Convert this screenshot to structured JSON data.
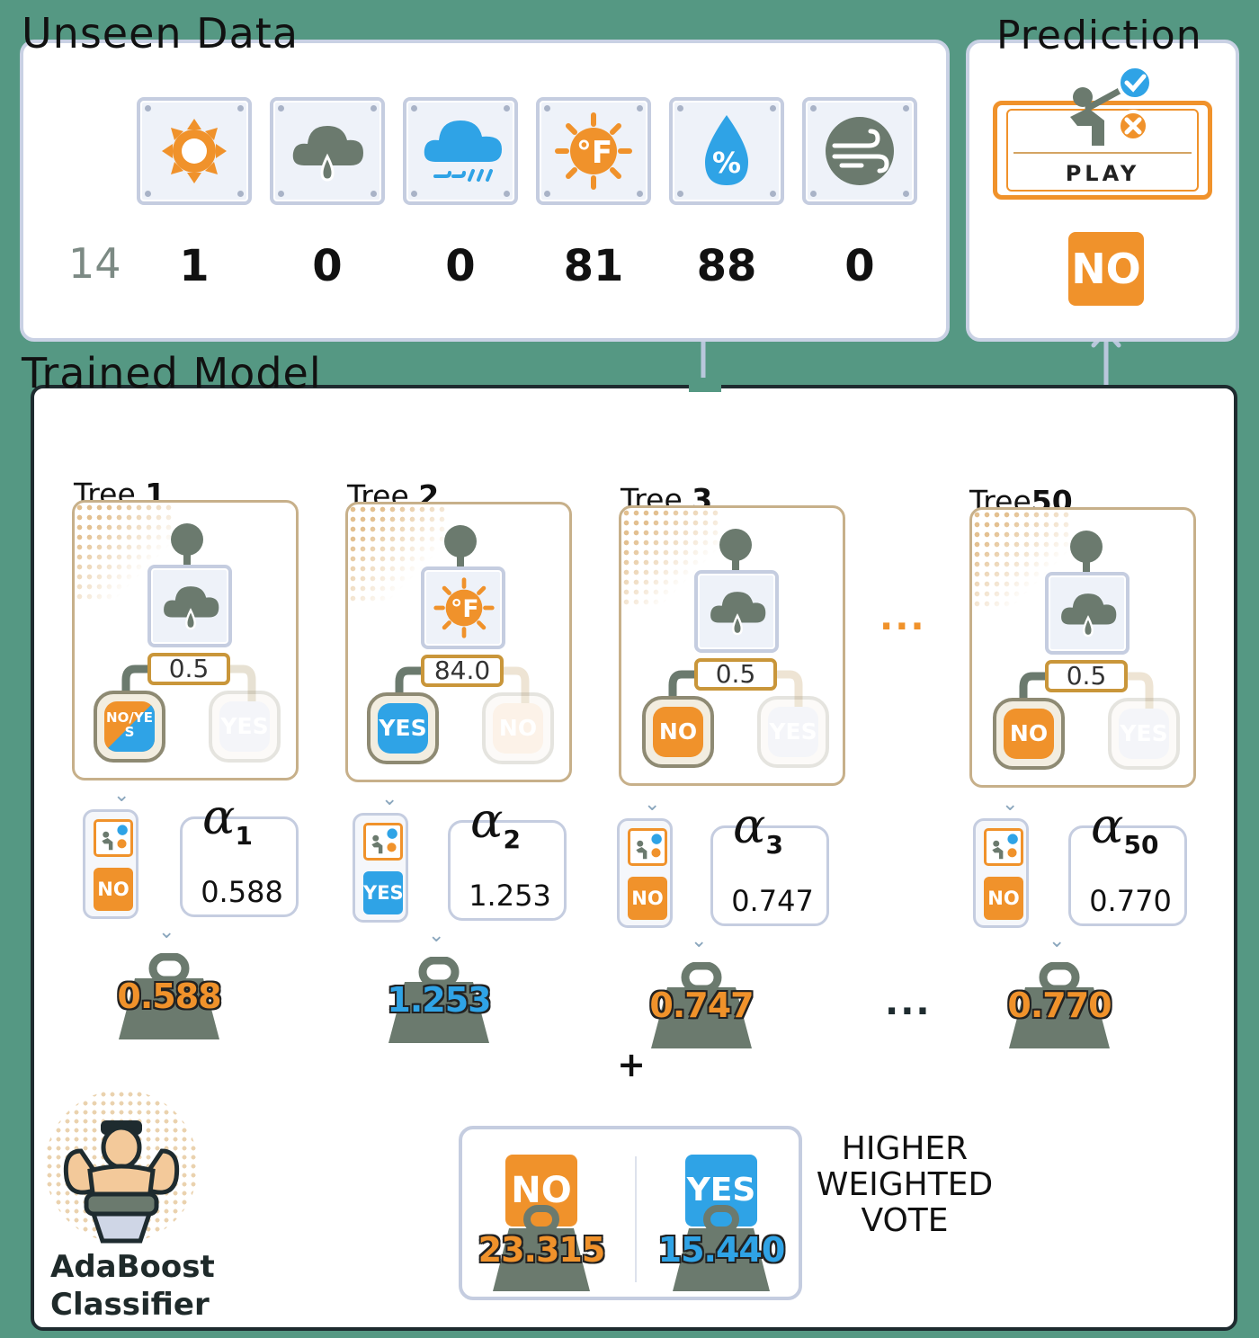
{
  "unseen_data": {
    "title": "Unseen Data",
    "row_index": "14",
    "features": [
      {
        "icon": "sun-icon",
        "value": "1"
      },
      {
        "icon": "cloud-rain-icon",
        "value": "0"
      },
      {
        "icon": "rainy-cloud-icon",
        "value": "0"
      },
      {
        "icon": "temperature-icon",
        "value": "81"
      },
      {
        "icon": "humidity-icon",
        "value": "88"
      },
      {
        "icon": "wind-icon",
        "value": "0"
      }
    ]
  },
  "prediction": {
    "title": "Prediction",
    "card_label": "PLAY",
    "result": "NO"
  },
  "trained_model": {
    "title": "Trained Model",
    "trees": [
      {
        "word": "Tree",
        "num": "1",
        "split_icon": "cloud-rain-icon",
        "threshold": "0.5",
        "left_leaf": "NO/YES",
        "right_leaf": "YES",
        "prediction": "NO",
        "alpha_sub": "1",
        "alpha": "0.588",
        "weight": "0.588"
      },
      {
        "word": "Tree",
        "num": "2",
        "split_icon": "temperature-icon",
        "threshold": "84.0",
        "left_leaf": "YES",
        "right_leaf": "NO",
        "prediction": "YES",
        "alpha_sub": "2",
        "alpha": "1.253",
        "weight": "1.253"
      },
      {
        "word": "Tree",
        "num": "3",
        "split_icon": "cloud-rain-icon",
        "threshold": "0.5",
        "left_leaf": "NO",
        "right_leaf": "YES",
        "prediction": "NO",
        "alpha_sub": "3",
        "alpha": "0.747",
        "weight": "0.747"
      },
      {
        "word": "Tree",
        "num": "50",
        "split_icon": "cloud-rain-icon",
        "threshold": "0.5",
        "left_leaf": "NO",
        "right_leaf": "YES",
        "prediction": "NO",
        "alpha_sub": "50",
        "alpha": "0.770",
        "weight": "0.770"
      }
    ],
    "alpha_symbol": "α",
    "ellipsis": "...",
    "plus": "+",
    "totals": {
      "no_label": "NO",
      "no_value": "23.315",
      "yes_label": "YES",
      "yes_value": "15.440"
    },
    "vote_caption": [
      "HIGHER",
      "WEIGHTED",
      "VOTE"
    ]
  },
  "logo": {
    "line1": "AdaBoost",
    "line2": "Classifier"
  },
  "colors": {
    "background": "#559883",
    "orange": "#f0922b",
    "blue": "#2fa3e6",
    "gray": "#6b7a6e"
  }
}
